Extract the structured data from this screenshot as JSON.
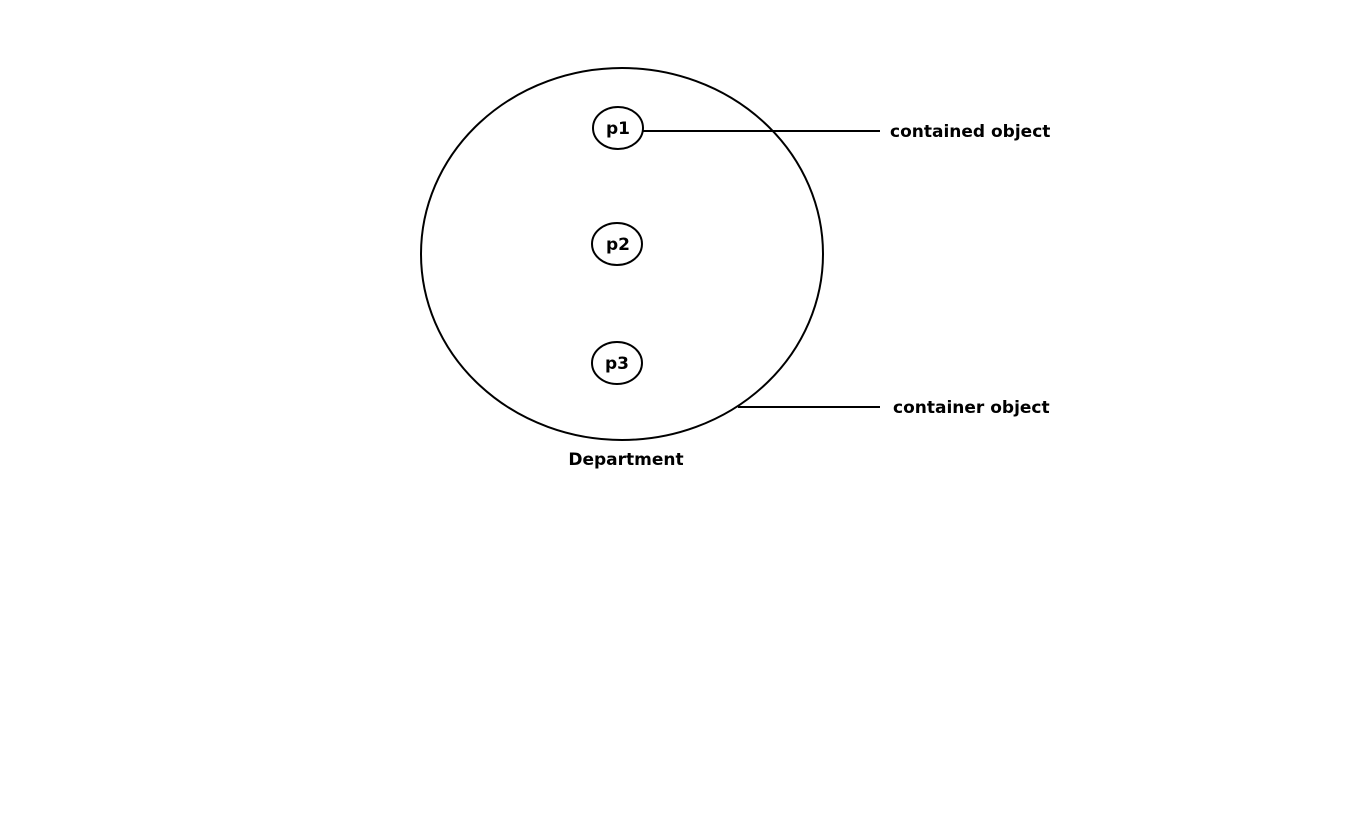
{
  "diagram": {
    "container": {
      "label": "Department"
    },
    "objects": [
      {
        "label": "p1"
      },
      {
        "label": "p2"
      },
      {
        "label": "p3"
      }
    ],
    "annotations": {
      "contained": "contained object",
      "container": "container object"
    },
    "colors": {
      "stroke": "#000000",
      "background": "#ffffff"
    }
  }
}
